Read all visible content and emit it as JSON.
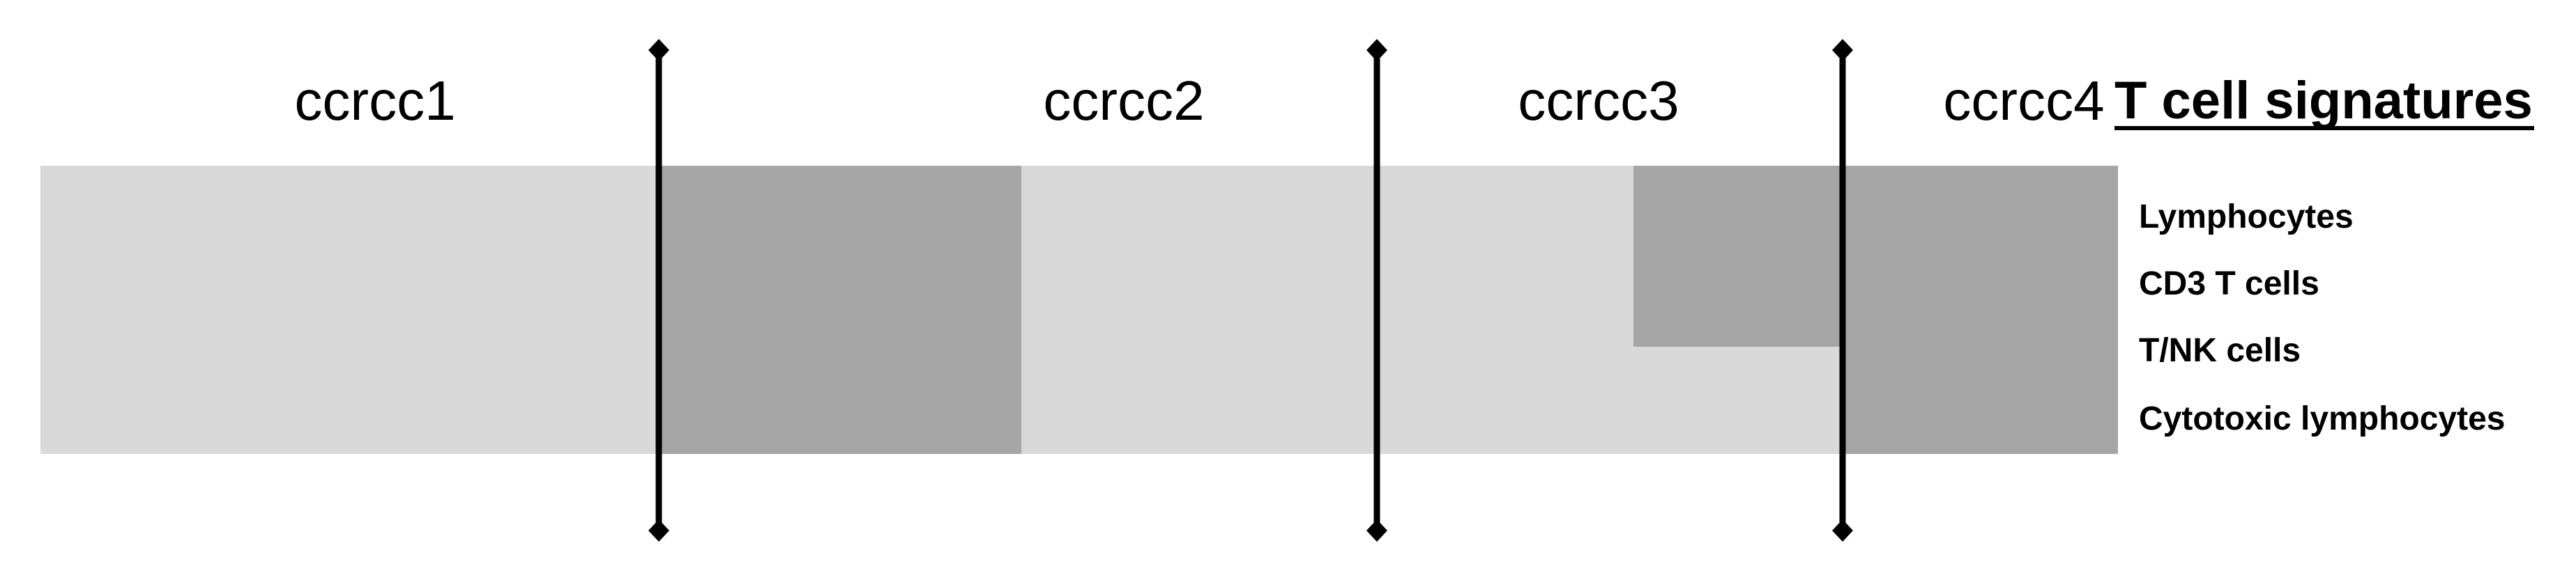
{
  "title": "T cell signatures",
  "clusters": [
    {
      "label": "ccrcc1"
    },
    {
      "label": "ccrcc2"
    },
    {
      "label": "ccrcc3"
    },
    {
      "label": "ccrcc4"
    }
  ],
  "signatures": [
    {
      "label": "Lymphocytes"
    },
    {
      "label": "CD3 T cells"
    },
    {
      "label": "T/NK cells"
    },
    {
      "label": "Cytotoxic lymphocytes"
    }
  ],
  "colors": {
    "light_block": "#d9d9d9",
    "dark_block": "#a6a6a6",
    "divider": "#000000",
    "text": "#000000"
  }
}
